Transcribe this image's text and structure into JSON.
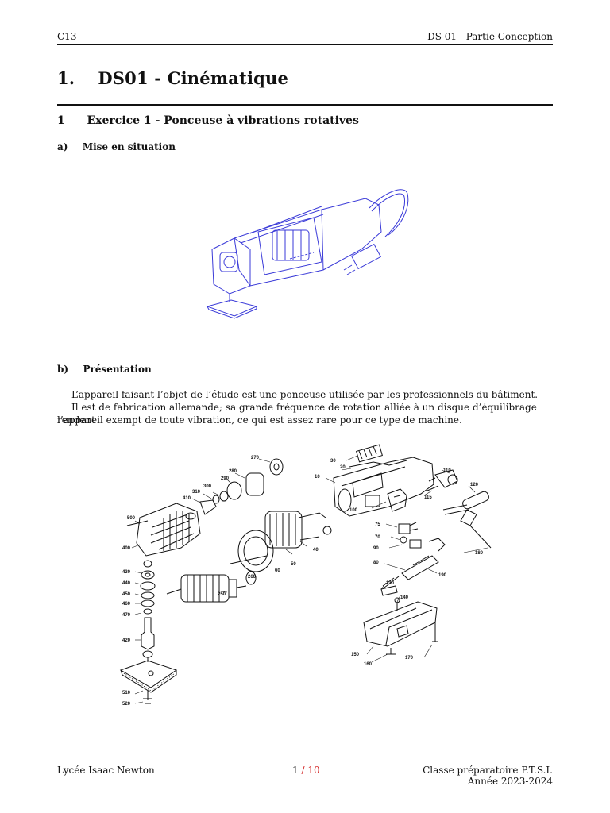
{
  "header": {
    "left": "C13",
    "right": "DS 01 - Partie Conception"
  },
  "title": {
    "number": "1.",
    "text": "DS01 - Cinématique"
  },
  "exercise": {
    "number": "1",
    "text": "Exercice 1 - Ponceuse à vibrations rotatives"
  },
  "section_a": {
    "number": "a)",
    "text": "Mise en situation"
  },
  "section_b": {
    "number": "b)",
    "text": "Présentation"
  },
  "presentation": {
    "line1": "L’appareil faisant l’objet de l’étude est une ponceuse utilisée par les professionnels du bâtiment.",
    "line2": "Il est de fabrication allemande; sa grande fréquence de rotation alliée à un disque d’équilibrage rendent",
    "line3": "l’appareil exempt de toute vibration, ce qui est assez rare pour ce type de machine."
  },
  "exploded_view": {
    "part_labels": [
      "270",
      "280",
      "290",
      "300",
      "310",
      "410",
      "500",
      "400",
      "430",
      "440",
      "450",
      "460",
      "470",
      "420",
      "510",
      "520",
      "250",
      "260",
      "60",
      "50",
      "40",
      "30",
      "20",
      "10",
      "100",
      "110",
      "115",
      "120",
      "70",
      "75",
      "90",
      "80",
      "130",
      "140",
      "190",
      "180",
      "150",
      "160",
      "170"
    ]
  },
  "footer": {
    "school": "Lycée Isaac Newton",
    "page_current": "1",
    "page_sep": "/",
    "page_total": "10",
    "class_line1": "Classe préparatoire P.T.S.I.",
    "class_line2": "Année 2023-2024"
  },
  "colors": {
    "text": "#111111",
    "sketch": "#3a3ad8",
    "page_link": "#d21f1f"
  }
}
